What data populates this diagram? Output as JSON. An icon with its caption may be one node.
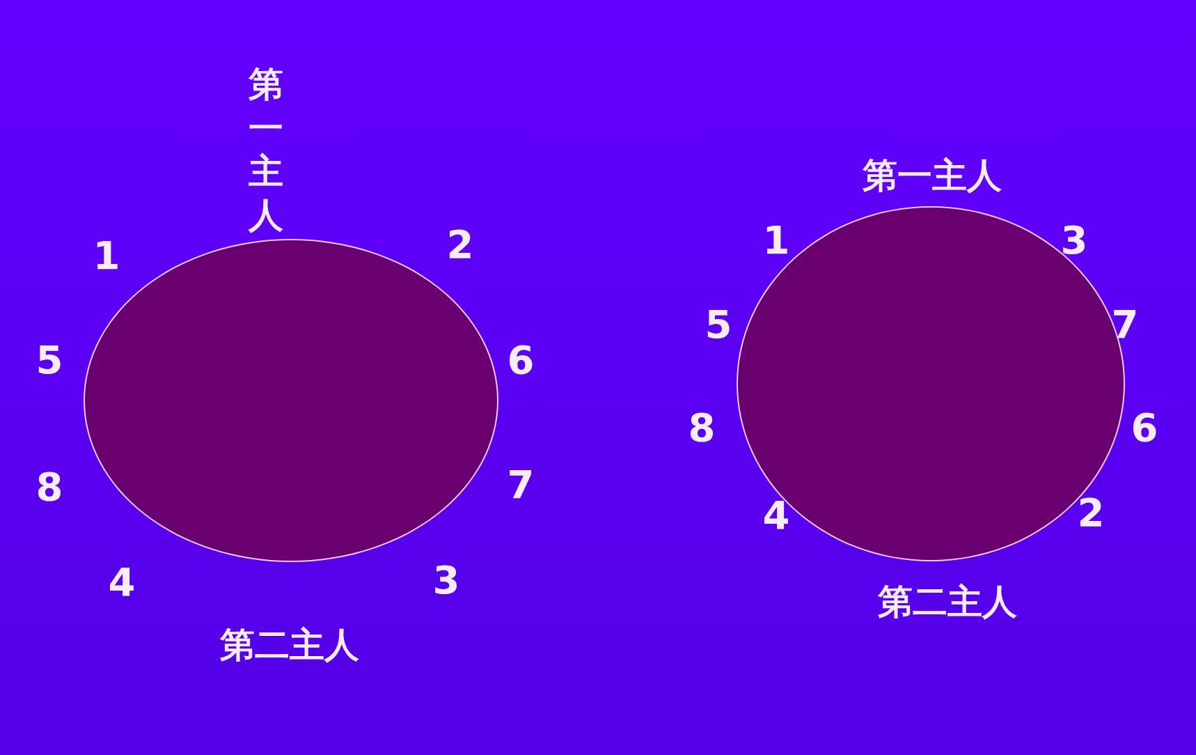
{
  "diagram": {
    "nodes": [
      {
        "text": [],
        "shape": "circle"
      },
      {
        "text": [],
        "shape": "circle"
      }
    ],
    "labels": [
      "第一主人",
      "1",
      "2",
      "5",
      "6",
      "8",
      "7",
      "4",
      "3",
      "第二主人",
      "第一主人",
      "1",
      "3",
      "5",
      "7",
      "8",
      "6",
      "4",
      "2",
      "第二主人"
    ]
  }
}
